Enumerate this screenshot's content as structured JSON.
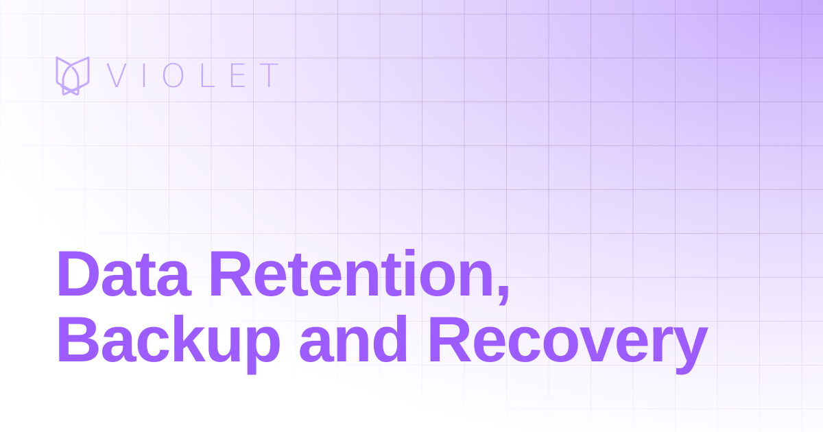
{
  "brand": {
    "name": "VIOLET",
    "logo_icon": "violet-shield-logo-icon",
    "logo_color": "#c4a9fc"
  },
  "hero": {
    "title_lines": [
      "Data Retention,",
      "Backup and Recovery"
    ],
    "title_color": "#9d5cff"
  },
  "background": {
    "accent_color": "#c8a9fd",
    "base_color": "#ffffff",
    "grid_color": "#b7a3d6"
  }
}
